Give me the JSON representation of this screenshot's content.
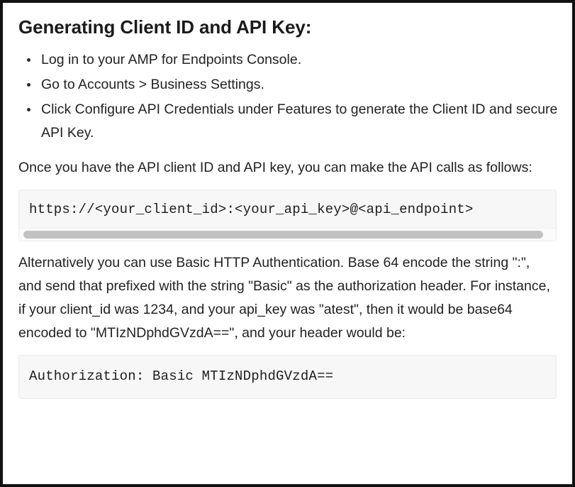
{
  "document": {
    "heading": "Generating Client ID and API Key:",
    "steps": [
      "Log in to your AMP for Endpoints Console.",
      "Go to Accounts > Business Settings.",
      "Click Configure API Credentials under Features to generate the Client ID and secure API Key."
    ],
    "paragraph_1": "Once you have the API client ID and API key, you can make the API calls as follows:",
    "code_1": "https://<your_client_id>:<your_api_key>@<api_endpoint>",
    "paragraph_2": "Alternatively you can use Basic HTTP Authentication. Base 64 encode the string \":\", and send that prefixed with the string \"Basic\" as the authorization header. For instance, if your client_id was 1234, and your api_key was \"atest\", then it would be base64 encoded to \"MTIzNDphdGVzdA==\", and your header would be:",
    "code_2": "Authorization: Basic MTIzNDphdGVzdA=="
  },
  "colors": {
    "frame_border": "#111111",
    "page_background": "#ffffff",
    "code_background": "#f7f7f7",
    "code_border": "#ececec",
    "scrollbar_thumb": "#c2c2c2",
    "text": "#222222",
    "heading_text": "#1b1b1b"
  }
}
